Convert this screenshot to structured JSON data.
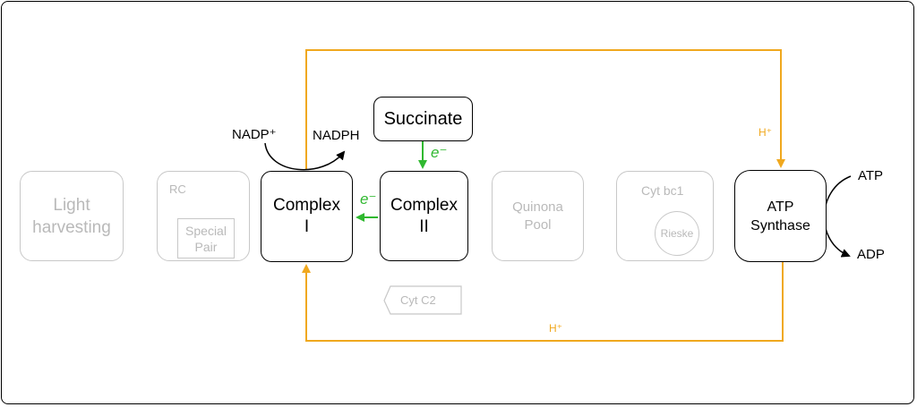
{
  "faded_nodes": {
    "light_harvesting": "Light\nharvesting",
    "rc": "RC",
    "special_pair": "Special\nPair",
    "quinona_pool": "Quinona\nPool",
    "cyt_bc1": "Cyt bc1",
    "rieske": "Rieske",
    "cyt_c2": "Cyt C2"
  },
  "active_nodes": {
    "complex_1": "Complex\nI",
    "complex_2": "Complex\nII",
    "succinate": "Succinate",
    "atp_synthase": "ATP\nSynthase"
  },
  "labels": {
    "nadp_plus": "NADP⁺",
    "nadph": "NADPH",
    "electron_down": "e⁻",
    "electron_left": "e⁻",
    "proton_top": "H⁺",
    "proton_bottom": "H⁺",
    "atp": "ATP",
    "adp": "ADP"
  },
  "colors": {
    "proton_path": "#f0a81e",
    "electron_path": "#2fb82f",
    "faded": "#c8c8c8",
    "active": "#000000"
  }
}
